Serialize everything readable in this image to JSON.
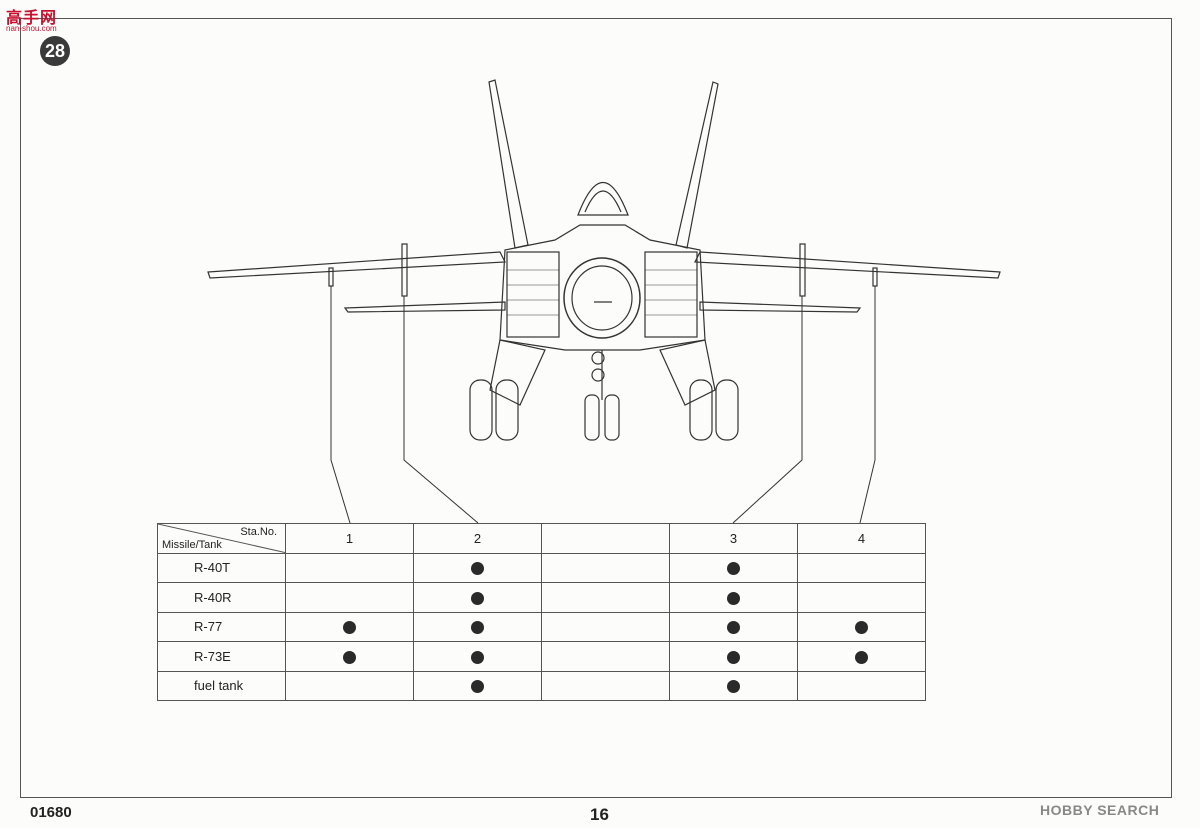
{
  "header": {
    "site_logo_text": "高手网",
    "site_logo_url": "nan-shou.com",
    "step_number": "28"
  },
  "table": {
    "corner_top": "Sta.No.",
    "corner_bottom": "Missile/Tank",
    "stations": [
      "1",
      "2",
      "",
      "3",
      "4"
    ],
    "rows": [
      {
        "label": "R-40T",
        "marks": [
          false,
          true,
          false,
          true,
          false
        ]
      },
      {
        "label": "R-40R",
        "marks": [
          false,
          true,
          false,
          true,
          false
        ]
      },
      {
        "label": "R-77",
        "marks": [
          true,
          true,
          false,
          true,
          true
        ]
      },
      {
        "label": "R-73E",
        "marks": [
          true,
          true,
          false,
          true,
          true
        ]
      },
      {
        "label": "fuel tank",
        "marks": [
          false,
          true,
          false,
          true,
          false
        ]
      }
    ]
  },
  "footer": {
    "product_code": "01680",
    "page_number": "16",
    "watermark": "HOBBY SEARCH"
  }
}
